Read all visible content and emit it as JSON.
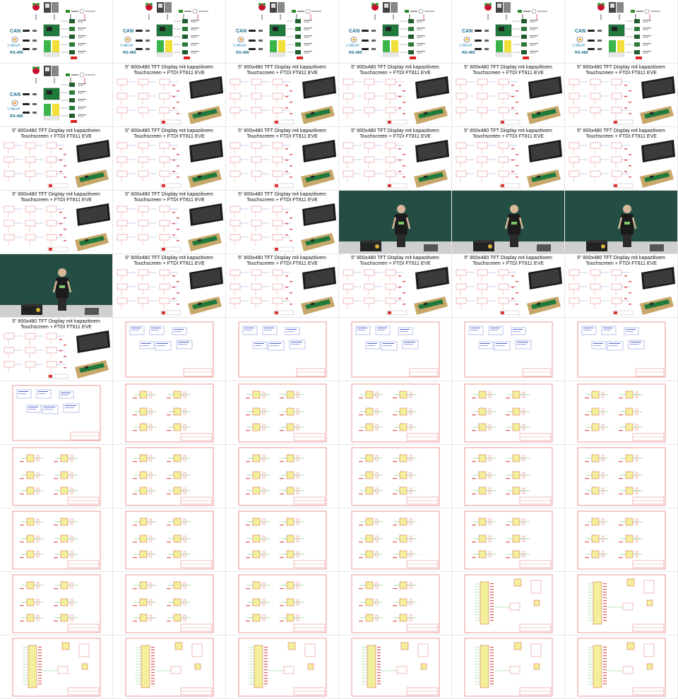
{
  "grid": {
    "columns": 6,
    "rows": 11
  },
  "texts": {
    "display_title_line1": "5\" 800x480 TFT Display mit kapazitivem",
    "display_title_line2": "Touchscreen + FTDI FT811 EVE",
    "can": "CAN",
    "onewire": "1-Wire®",
    "rs485": "RS-485"
  },
  "colors": {
    "schematic_red": "#e05656",
    "schematic_blue": "#5566cc",
    "ic_yellow": "#f3ef9a",
    "board_green": "#1f7a3c",
    "chalkboard": "#244e44",
    "pi_red": "#c8102e"
  },
  "frames": [
    "interfaces",
    "interfaces",
    "interfaces",
    "interfaces",
    "interfaces",
    "interfaces",
    "interfaces",
    "display",
    "display",
    "display",
    "display",
    "display",
    "display",
    "display",
    "display",
    "display",
    "display",
    "display",
    "display",
    "display",
    "display",
    "speaker",
    "speaker",
    "speaker",
    "speaker",
    "display",
    "display",
    "display",
    "display",
    "display",
    "display",
    "blocks",
    "blocks",
    "blocks",
    "blocks",
    "blocks",
    "blocks",
    "sch4",
    "sch4",
    "sch4",
    "sch4",
    "sch4",
    "sch4",
    "sch4",
    "sch4",
    "sch4",
    "sch4",
    "sch4",
    "sch4",
    "sch4",
    "sch4",
    "sch4",
    "sch4",
    "sch4",
    "sch4",
    "sch4",
    "sch4",
    "sch4",
    "mcu",
    "mcu",
    "mcu",
    "mcu",
    "mcu",
    "mcu",
    "mcu",
    "mcu"
  ]
}
